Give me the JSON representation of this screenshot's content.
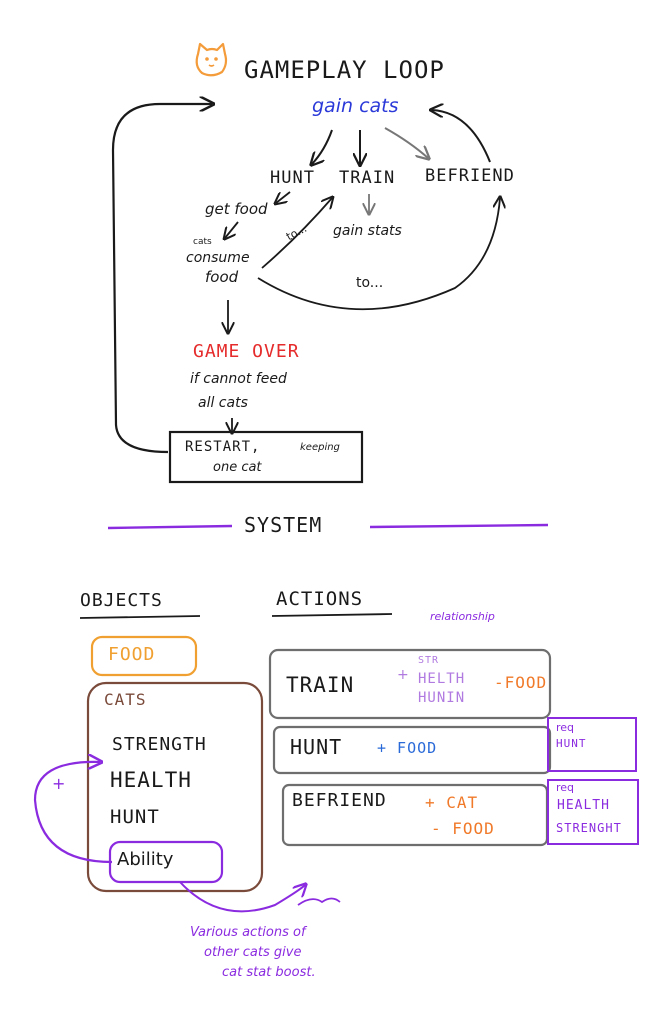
{
  "colors": {
    "ink": "#1a1a1a",
    "blue": "#2a39d8",
    "red": "#e52b2b",
    "orange": "#f07a2a",
    "purple": "#8b2be0",
    "lavender": "#b07ae0",
    "brown": "#7a4a3a",
    "gray": "#8a8a8a",
    "cat_logo": "#f49b3a"
  },
  "loop": {
    "title": "GAMEPLAY LOOP",
    "logo_icon": "cat-face-icon",
    "gain_cats": "gain cats",
    "hunt": "HUNT",
    "train": "TRAIN",
    "befriend": "BEFRIEND",
    "get_food": "get food",
    "cats_consume_1": "cats",
    "cats_consume_2": "consume",
    "cats_consume_3": "food",
    "to_small": "to...",
    "to_large": "to...",
    "gain_stats": "gain stats",
    "game_over": "GAME OVER",
    "cannot_feed_1": "if cannot feed",
    "cannot_feed_2": "all cats",
    "restart_1": "RESTART,",
    "restart_keeping": "keeping",
    "restart_2": "one cat"
  },
  "system": {
    "title": "SYSTEM",
    "objects_header": "OBJECTS",
    "actions_header": "ACTIONS",
    "relationship": "relationship",
    "food": "FOOD",
    "cats": "CATS",
    "cat_stats": [
      "STRENGTH",
      "HEALTH",
      "HUNT"
    ],
    "ability": "Ability",
    "plus": "+",
    "ability_note": [
      "Various actions of",
      "other cats give",
      "cat stat boost."
    ],
    "train": {
      "label": "TRAIN",
      "plus": "+",
      "gains": [
        "STR",
        "HELTH",
        "HUNIN"
      ],
      "cost": "-FOOD"
    },
    "hunt": {
      "label": "HUNT",
      "gain": "+ FOOD",
      "req_label": "req",
      "req": "HUNT"
    },
    "befriend": {
      "label": "BEFRIEND",
      "gain": "+ CAT",
      "cost": "- FOOD",
      "req_label": "req",
      "req": [
        "HEALTH",
        "STRENGHT"
      ]
    }
  }
}
